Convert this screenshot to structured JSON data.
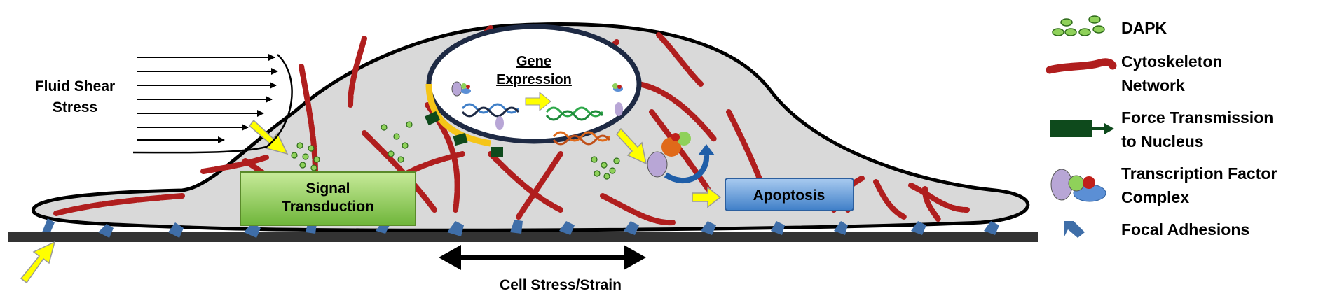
{
  "labels": {
    "fluid_shear_line1": "Fluid Shear",
    "fluid_shear_line2": "Stress",
    "gene_line1": "Gene",
    "gene_line2": "Expression",
    "signal_line1": "Signal",
    "signal_line2": "Transduction",
    "apoptosis": "Apoptosis",
    "cell_stress": "Cell Stress/Strain"
  },
  "legend": {
    "dapk": "DAPK",
    "cytoskeleton_line1": "Cytoskeleton",
    "cytoskeleton_line2": "Network",
    "force_line1": "Force Transmission",
    "force_line2": "to Nucleus",
    "tf_line1": "Transcription Factor",
    "tf_line2": "Complex",
    "focal": "Focal Adhesions"
  },
  "colors": {
    "cell_fill": "#d9d9d9",
    "cytoskeleton": "#b01e1e",
    "dapk": "#8fd15a",
    "focal": "#3f6ea8",
    "force": "#0e4a1c",
    "yellow_arrow": "#ffff00",
    "signal_box": "#8ccf4f",
    "apoptosis_box": "#5b9bd5",
    "nucleus_band": "#f5c518"
  }
}
